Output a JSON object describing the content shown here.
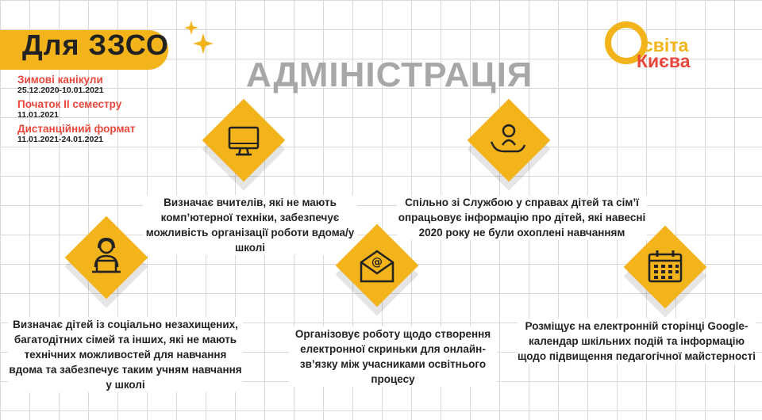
{
  "header": {
    "banner_title": "Для ЗЗСО",
    "page_title": "АДМІНІСТРАЦІЯ"
  },
  "dates": [
    {
      "label": "Зимові канікули",
      "value": "25.12.2020-10.01.2021"
    },
    {
      "label": "Початок ІІ семестру",
      "value": "11.01.2021"
    },
    {
      "label": "Дистанційний формат",
      "value": "11.01.2021-24.01.2021"
    }
  ],
  "logo": {
    "line1": "світа",
    "line2": "Києва"
  },
  "items": [
    {
      "icon": "computer-monitor-icon",
      "text": "Визначає вчителів, які не мають комп’ютерної техніки, забезпечує можливість організації роботи вдома/у школі"
    },
    {
      "icon": "child-in-hand-icon",
      "text": "Спільно зі Службою у справах дітей та сім’ї опрацьовує інформацію про дітей, які навесні 2020 року не були охоплені навчанням"
    },
    {
      "icon": "person-laptop-icon",
      "text": "Визначає дітей із соціально незахищених, багатодітних сімей та інших, які не мають технічних можливостей для навчання вдома та забезпечує таким учням навчання у школі"
    },
    {
      "icon": "email-envelope-icon",
      "text": "Організовує роботу щодо створення електронної скриньки для онлайн-зв’язку між учасниками освітнього процесу"
    },
    {
      "icon": "calendar-icon",
      "text": "Розміщує на електронній сторінці Google-календар шкільних подій та інформацію щодо підвищення педагогічної майстерності"
    }
  ],
  "colors": {
    "accent": "#f3b31a",
    "red": "#e8473b",
    "title_gray": "#a7a7a7"
  }
}
